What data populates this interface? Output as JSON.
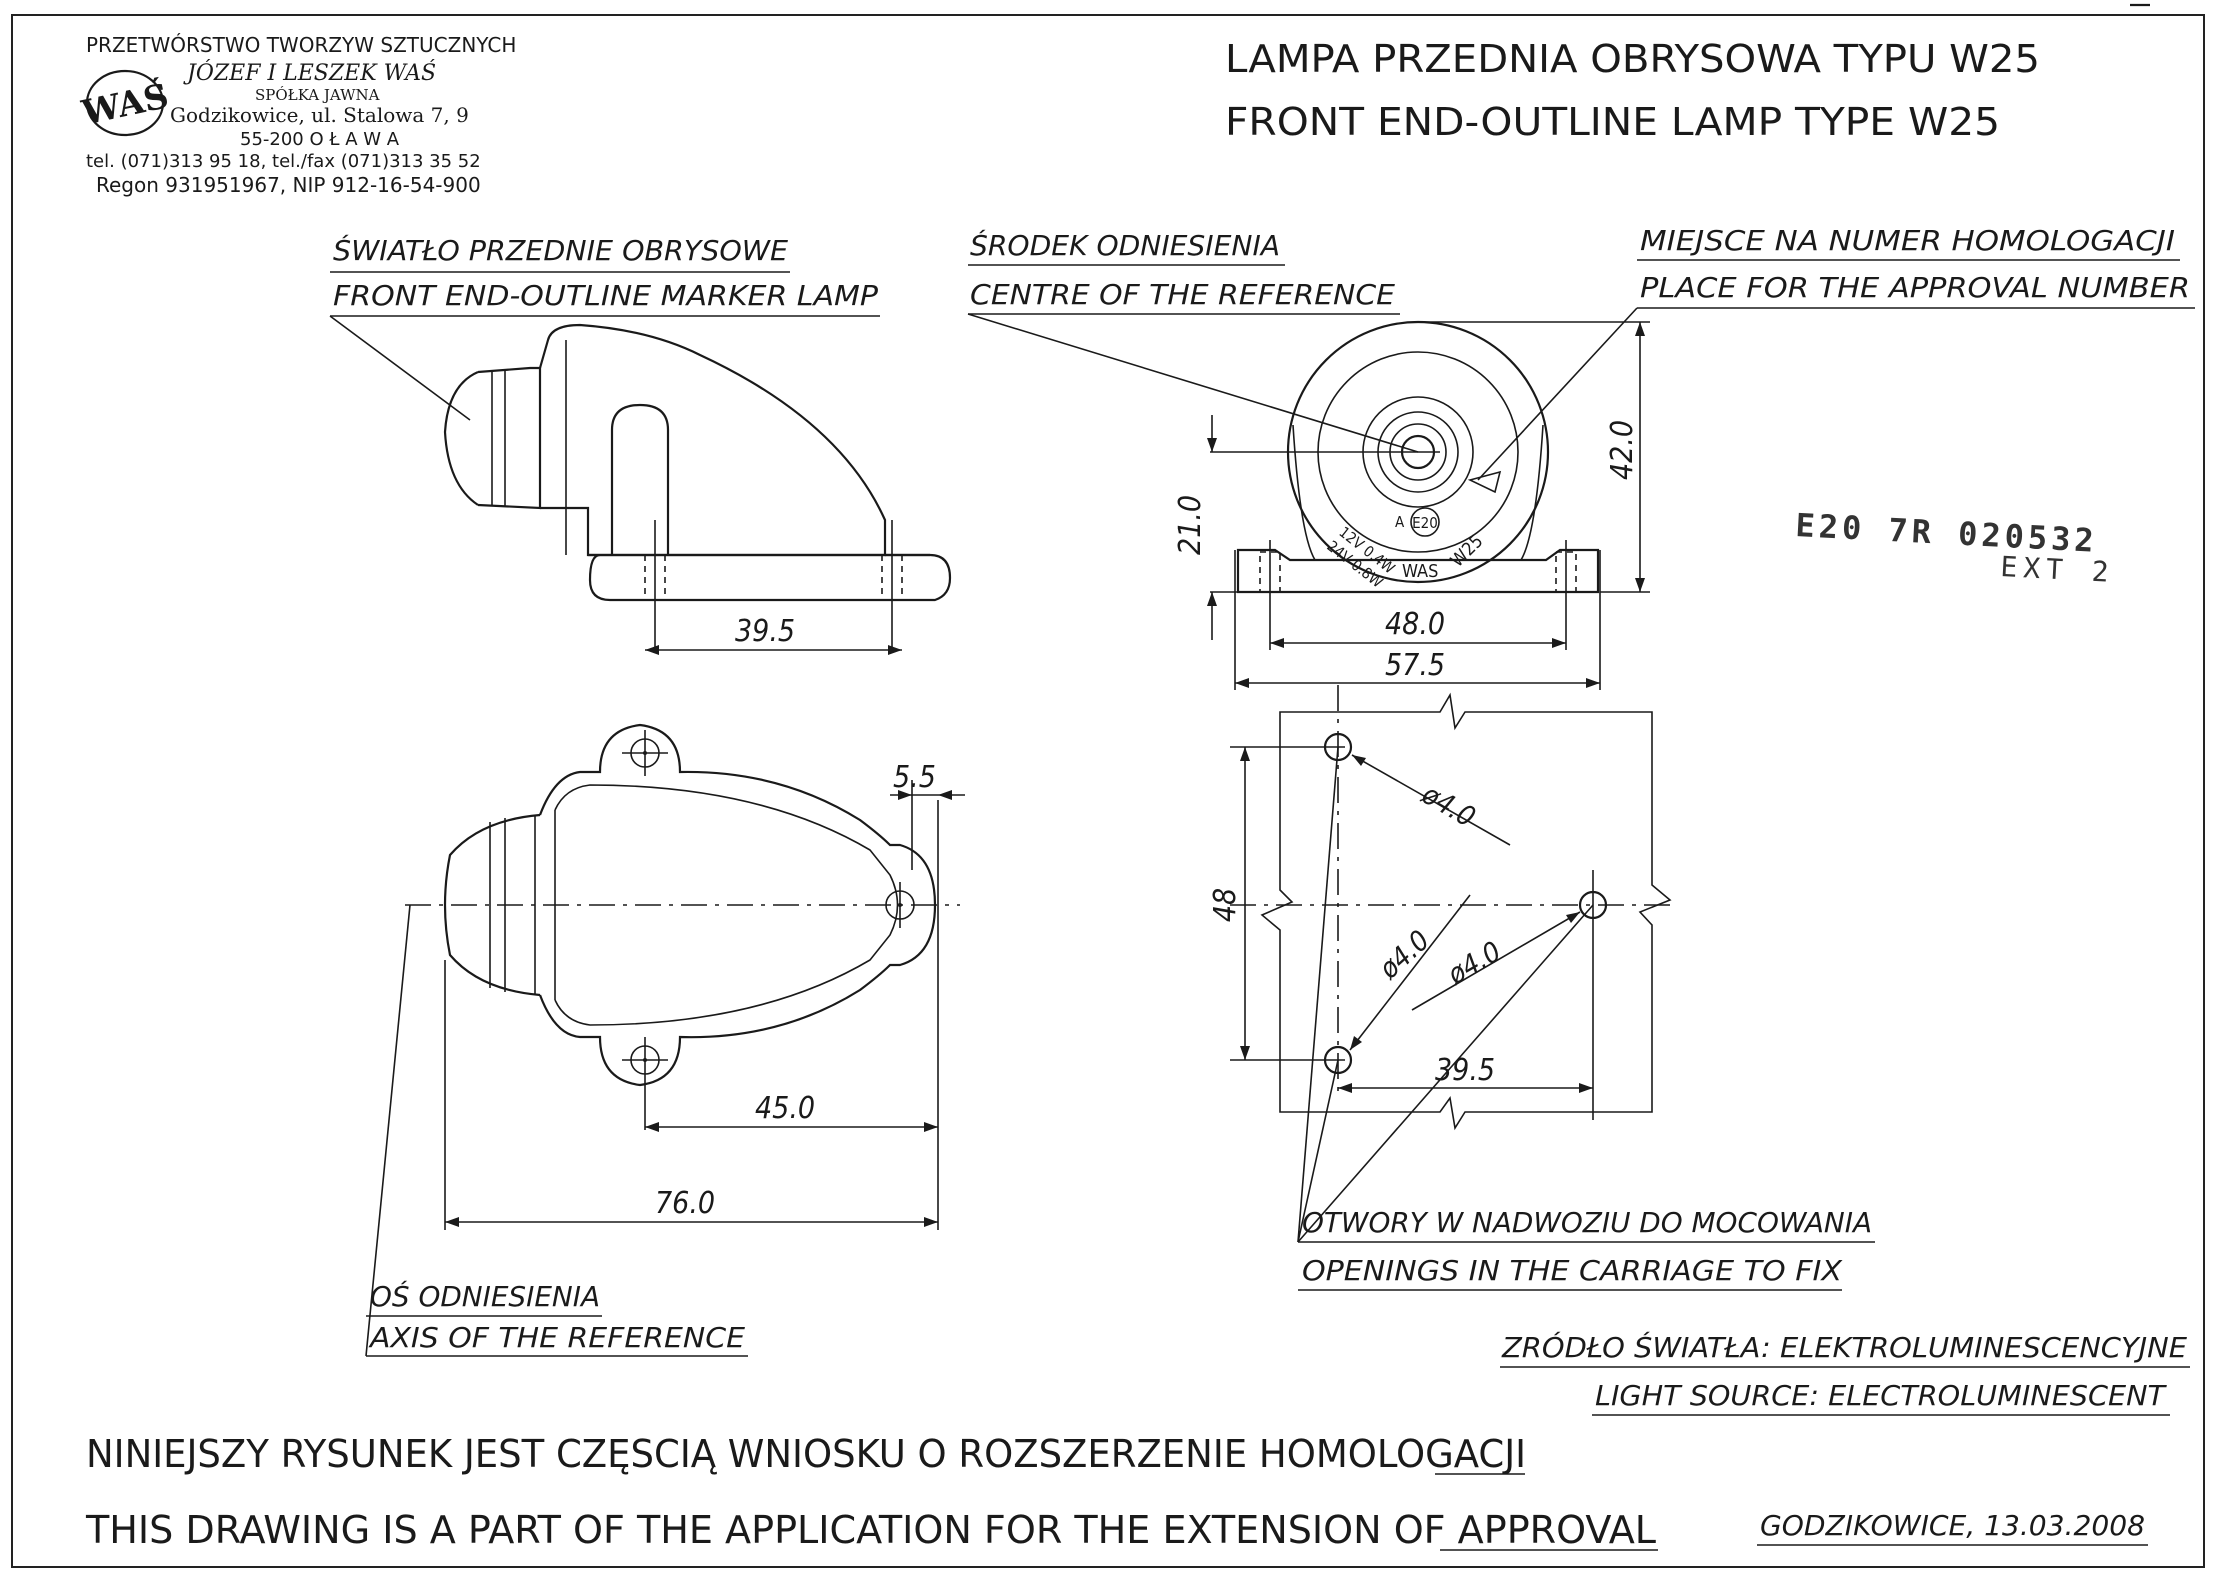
{
  "company": {
    "line1": "PRZETWÓRSTWO TWORZYW SZTUCZNYCH",
    "line2": "JÓZEF I LESZEK WAŚ",
    "line3": "SPÓŁKA JAWNA",
    "line4": "Godzikowice, ul. Stalowa 7, 9",
    "line5": "55-200 O Ł A W A",
    "line6": "tel. (071)313 95 18, tel./fax (071)313 35 52",
    "line7": "Regon 931951967, NIP 912-16-54-900",
    "logo_text": "WAŚ"
  },
  "title": {
    "pl": "LAMPA PRZEDNIA OBRYSOWA TYPU W25",
    "en": "FRONT END-OUTLINE LAMP TYPE W25"
  },
  "labels": {
    "marker_pl": "ŚWIATŁO PRZEDNIE OBRYSOWE",
    "marker_en": "FRONT END-OUTLINE MARKER LAMP",
    "centre_pl": "ŚRODEK ODNIESIENIA",
    "centre_en": "CENTRE OF THE REFERENCE",
    "approval_pl": "MIEJSCE NA NUMER HOMOLOGACJI",
    "approval_en": "PLACE FOR THE APPROVAL NUMBER",
    "axis_pl": "OŚ ODNIESIENIA",
    "axis_en": "AXIS OF THE REFERENCE",
    "openings_pl": "OTWORY W NADWOZIU DO MOCOWANIA",
    "openings_en": "OPENINGS IN THE CARRIAGE TO FIX",
    "source_pl": "ZRÓDŁO ŚWIATŁA: ELEKTROLUMINESCENCYJNE",
    "source_en": "LIGHT SOURCE: ELECTROLUMINESCENT"
  },
  "approval_stamp": {
    "number": "E20 7R 020532",
    "ext": "EXT 2"
  },
  "lamp_markings": {
    "e_mark": "E20",
    "a_mark": "A",
    "rating1": "12V 0.4W",
    "rating2": "24V 0.8W",
    "maker": "WAS",
    "type": "W25"
  },
  "dimensions": {
    "side_base": "39.5",
    "front_height": "42.0",
    "front_axis_height": "21.0",
    "front_holes": "48.0",
    "front_width": "57.5",
    "top_tab": "5.5",
    "top_axis_to_hole": "45.0",
    "top_length": "76.0",
    "holes_vertical": "48",
    "holes_horizontal": "39.5",
    "hole_dia_1": "ø4.0",
    "hole_dia_2": "ø4.0",
    "hole_dia_3": "ø4.0"
  },
  "footer": {
    "pl": "NINIEJSZY RYSUNEK JEST CZĘSCIĄ WNIOSKU O ROZSZERZENIE HOMOLOGACJI",
    "en": "THIS DRAWING IS A PART OF THE APPLICATION FOR THE EXTENSION OF APPROVAL",
    "place_date": "GODZIKOWICE, 13.03.2008"
  }
}
